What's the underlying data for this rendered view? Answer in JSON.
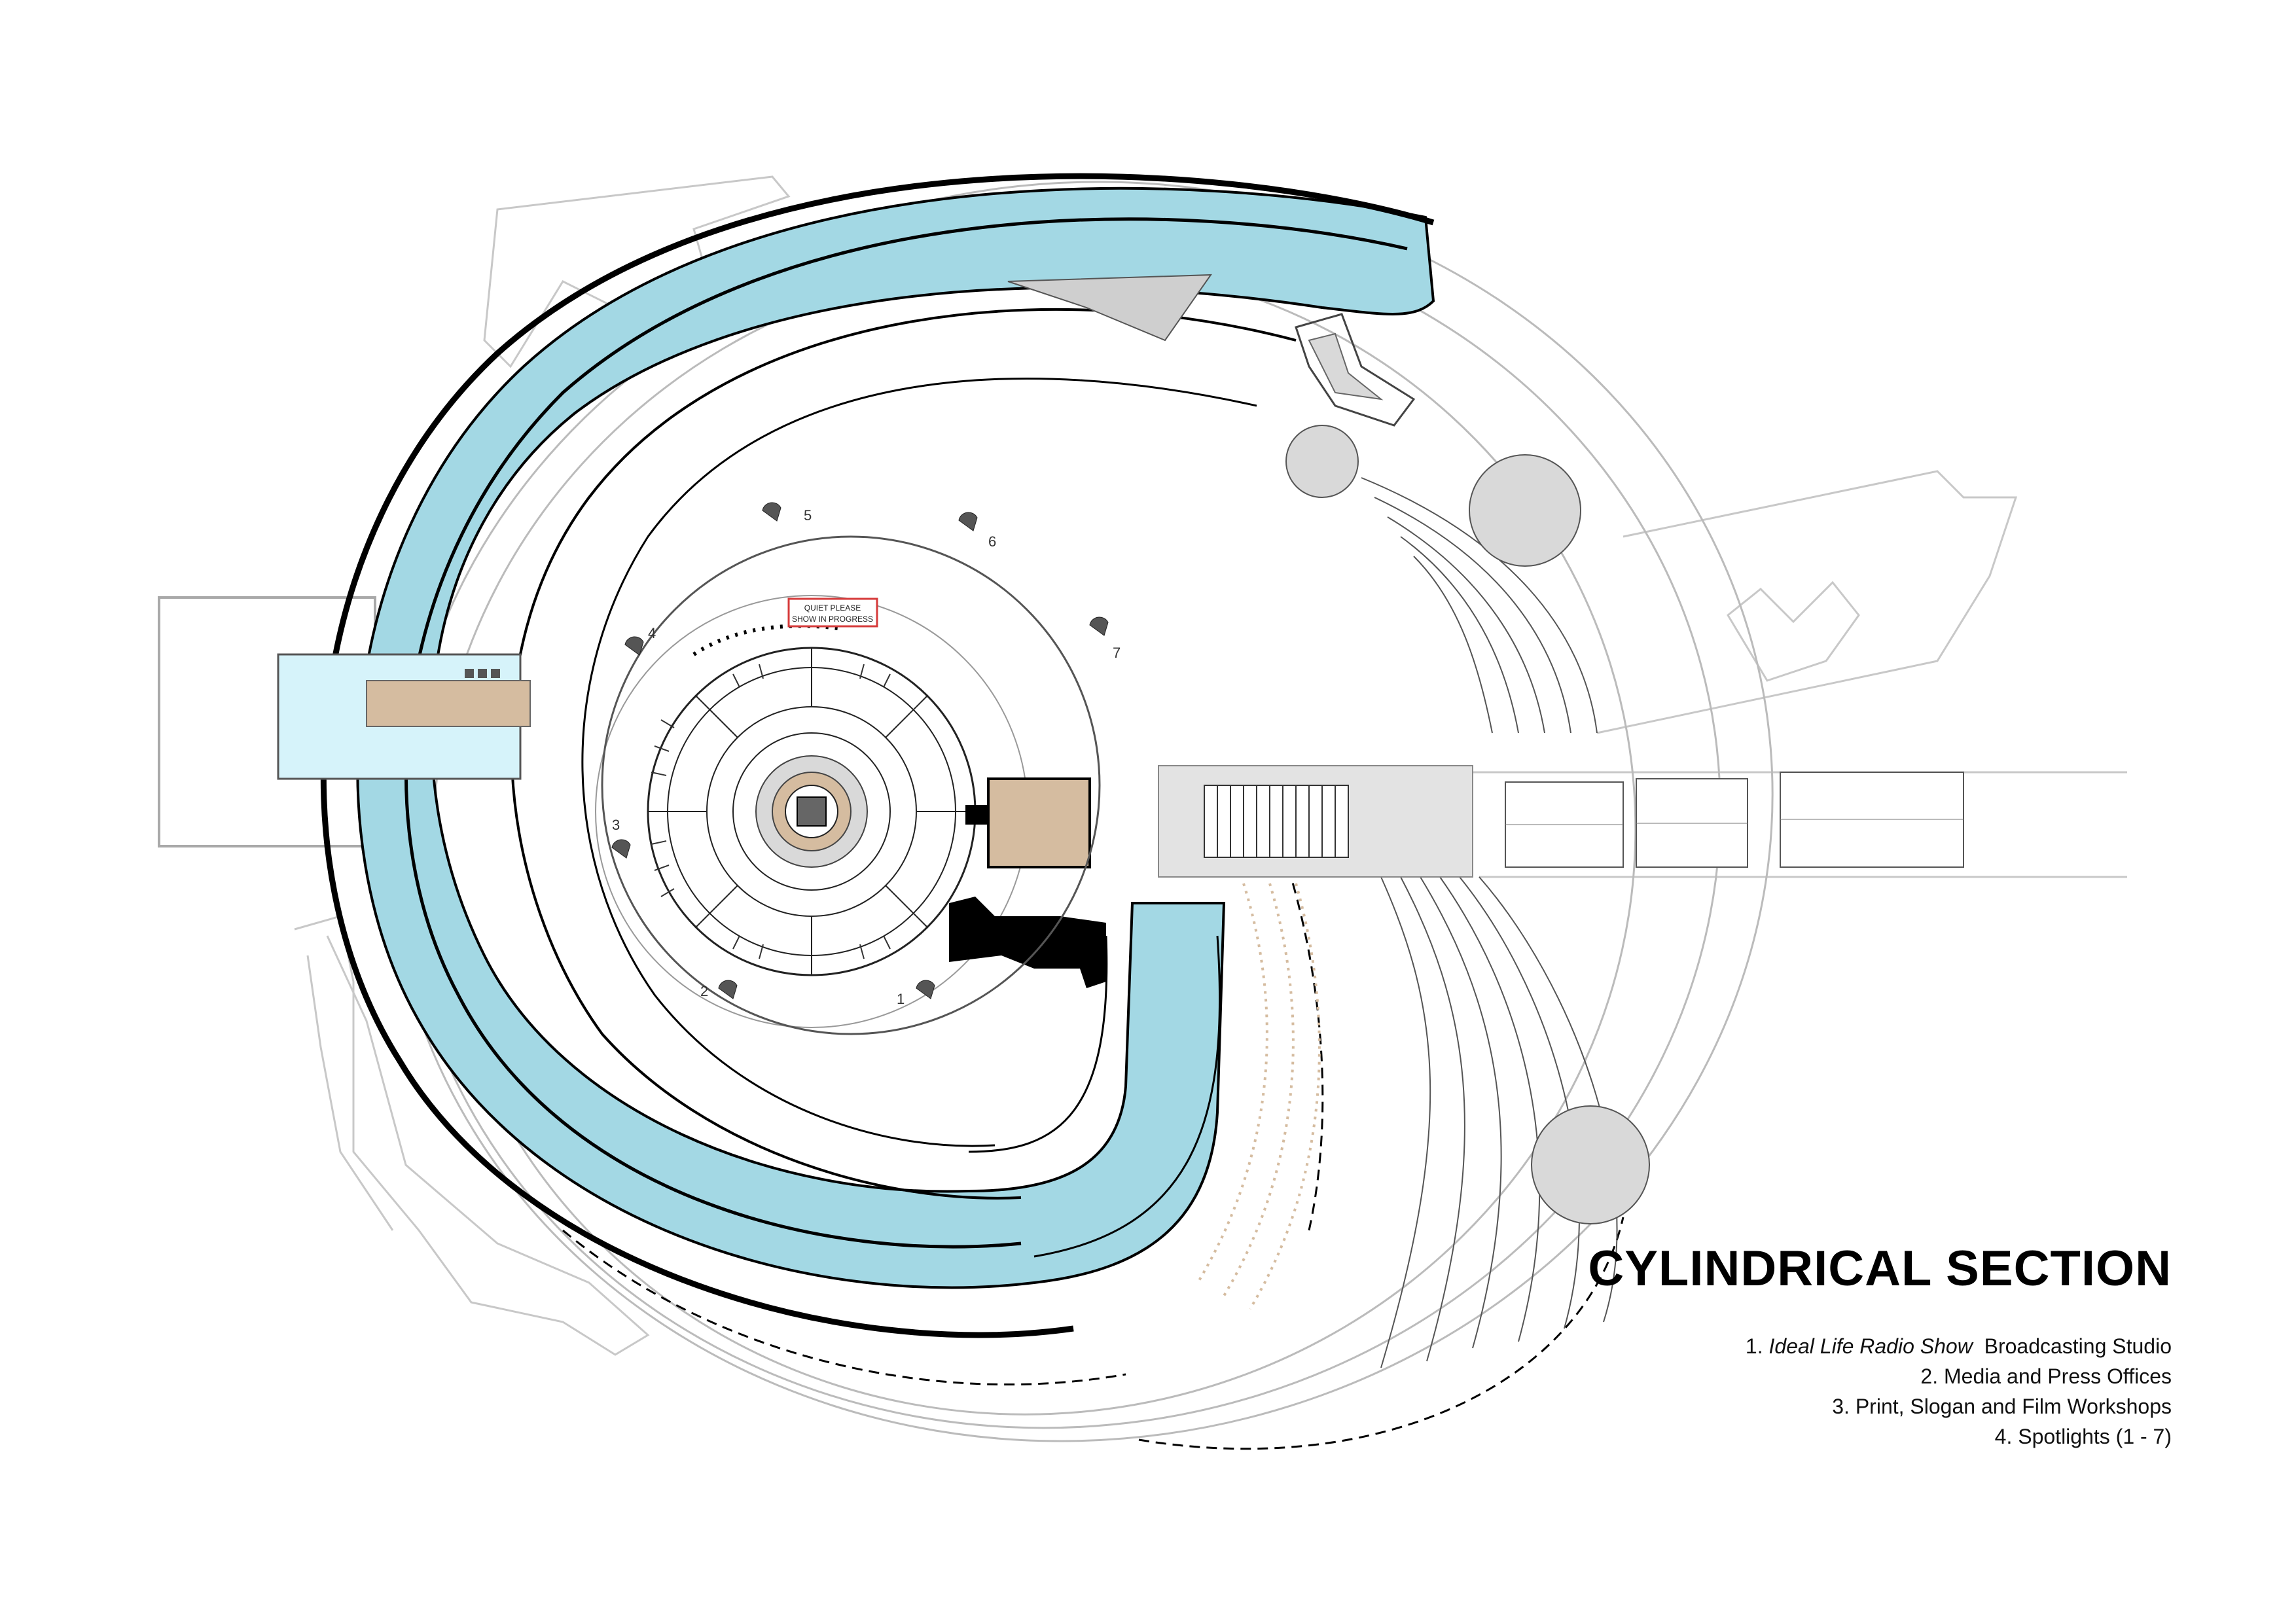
{
  "title": "CYLINDRICAL SECTION",
  "legend": [
    {
      "number": "1.",
      "italic": "Ideal Life Radio Show",
      "text": "  Broadcasting Studio"
    },
    {
      "number": "2.",
      "italic": "",
      "text": "Media and Press Offices"
    },
    {
      "number": "3.",
      "italic": "",
      "text": "Print, Slogan and Film Workshops"
    },
    {
      "number": "4.",
      "italic": "",
      "text": "Spotlights (1 - 7)"
    }
  ],
  "spotlight_labels": [
    "1",
    "2",
    "3",
    "4",
    "5",
    "6",
    "7"
  ],
  "sign": {
    "line1": "QUIET PLEASE",
    "line2": "SHOW IN PROGRESS"
  },
  "colors": {
    "water": "#a3d8e4",
    "water_light": "#d6f3fa",
    "tan": "#d5bca0",
    "gray_fill": "#d9d9d9",
    "black_block": "#000000",
    "sign_border": "#d63a3a"
  }
}
